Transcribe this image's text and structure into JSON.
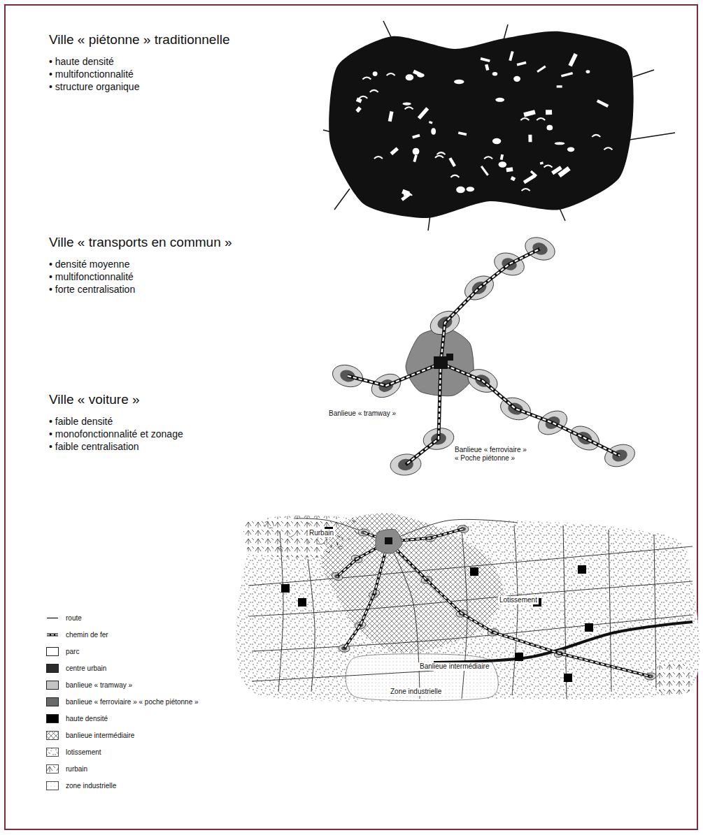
{
  "diagram": {
    "labels": [
      "Ville « piétonne » traditionnelle",
      "• haute densité",
      "• multifonctionnalité",
      "• structure organique",
      "Ville « transports en commun »",
      "• densité moyenne",
      "• multifonctionnalité",
      "• forte centralisation",
      "Banlieue « tramway »",
      "Banlieue « ferroviaire » « Poche piétonne »",
      "Ville « voiture »",
      "• faible densité",
      "• monofonctionnalité et zonage",
      "• faible centralisation",
      "Rurbain",
      "Lotissement",
      "Banlieue intermédiaire",
      "Zone industrielle"
    ],
    "legend": [
      {
        "text": "route"
      },
      {
        "text": "chemin de fer"
      },
      {
        "text": "parc",
        "color": "#ffffff"
      },
      {
        "text": "centre urbain",
        "color": "#2a2a2a"
      },
      {
        "text": "banlieue « tramway »",
        "color": "#c4c4c4"
      },
      {
        "text": "banlieue « ferroviaire » « poche piétonne »",
        "color": "#6a6a6a"
      },
      {
        "text": "haute densité",
        "color": "#000000"
      },
      {
        "text": "banlieue intermédiaire"
      },
      {
        "text": "lotissement"
      },
      {
        "text": "rurbain"
      },
      {
        "text": "zone industrielle"
      }
    ]
  }
}
